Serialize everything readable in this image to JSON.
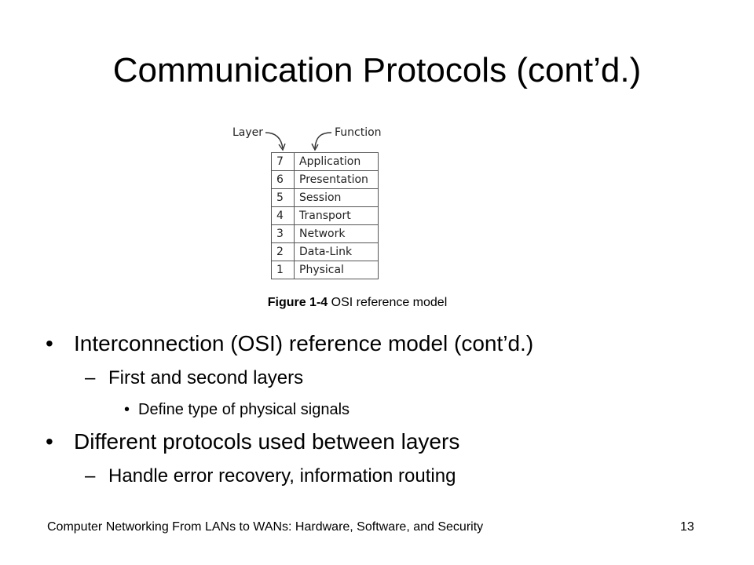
{
  "slide": {
    "title": "Communication Protocols (cont’d.)",
    "figure": {
      "layer_label": "Layer",
      "function_label": "Function",
      "rows": [
        {
          "num": "7",
          "name": "Application"
        },
        {
          "num": "6",
          "name": "Presentation"
        },
        {
          "num": "5",
          "name": "Session"
        },
        {
          "num": "4",
          "name": "Transport"
        },
        {
          "num": "3",
          "name": "Network"
        },
        {
          "num": "2",
          "name": "Data-Link"
        },
        {
          "num": "1",
          "name": "Physical"
        }
      ],
      "caption_bold": "Figure 1-4",
      "caption_text": " OSI reference model"
    },
    "bullets": {
      "b1": "Interconnection (OSI) reference model (cont’d.)",
      "b1_sub": "First and second layers",
      "b1_subsub": "Define type of physical signals",
      "b2": "Different protocols used between layers",
      "b2_sub": "Handle error recovery, information routing"
    },
    "footer": "Computer Networking From LANs to WANs: Hardware, Software, and Security",
    "page_number": "13"
  }
}
